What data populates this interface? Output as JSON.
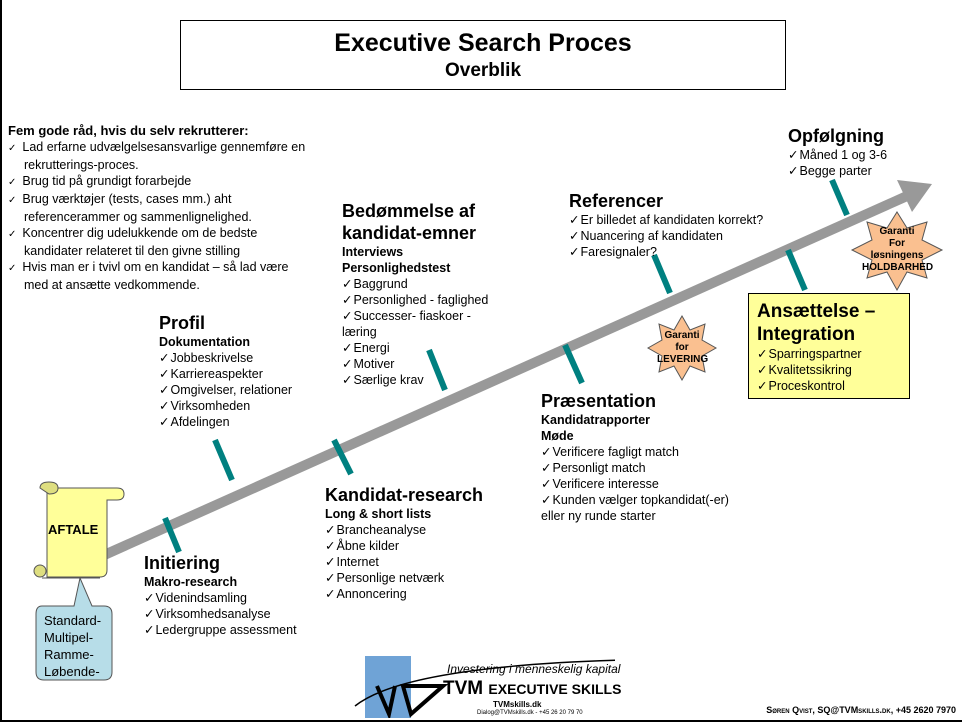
{
  "title": "Executive Search Proces",
  "subtitle": "Overblik",
  "tips": {
    "heading": "Fem gode råd, hvis du selv rekrutterer:",
    "items": [
      "Lad erfarne udvælgelsesansvarlige gennemføre en rekrutterings-proces.",
      "Brug tid på grundigt forarbejde",
      "Brug værktøjer (tests, cases mm.) aht referencerammer og sammenlignelighed.",
      "Koncentrer dig udelukkende om de bedste kandidater relateret til den givne stilling",
      "Hvis man er i tvivl om en kandidat – så lad være med at ansætte vedkommende."
    ]
  },
  "aftale": "AFTALE",
  "bubble": [
    "Standard-",
    "Multipel-",
    "Ramme-",
    "Løbende-"
  ],
  "stages": {
    "initiering": {
      "title": "Initiering",
      "sub": "Makro-research",
      "items": [
        "Videnindsamling",
        "Virksomhedsanalyse",
        "Ledergruppe assessment"
      ]
    },
    "profil": {
      "title": "Profil",
      "sub": "Dokumentation",
      "items": [
        "Jobbeskrivelse",
        "Karriereaspekter",
        "Omgivelser, relationer",
        "Virksomheden",
        "Afdelingen"
      ]
    },
    "research": {
      "title": "Kandidat-research",
      "sub": "Long & short lists",
      "items": [
        "Brancheanalyse",
        "Åbne kilder",
        "Internet",
        "Personlige netværk",
        "Annoncering"
      ]
    },
    "bedommelse": {
      "title": "Bedømmelse af kandidat-emner",
      "sub1": "Interviews",
      "sub2": "Personlighedstest",
      "items": [
        "Baggrund",
        "Personlighed - faglighed",
        "Successer- fiaskoer - læring",
        "Energi",
        "Motiver",
        "Særlige krav"
      ]
    },
    "praesentation": {
      "title": "Præsentation",
      "sub1": "Kandidatrapporter",
      "sub2": "Møde",
      "items": [
        "Verificere fagligt match",
        "Personligt match",
        "Verificere interesse",
        "Kunden vælger topkandidat(-er) eller ny runde starter"
      ]
    },
    "referencer": {
      "title": "Referencer",
      "items": [
        "Er billedet af kandidaten korrekt?",
        "Nuancering af kandidaten",
        "Faresignaler?"
      ]
    },
    "ansaettelse": {
      "title": "Ansættelse – Integration",
      "items": [
        "Sparringspartner",
        "Kvalitetssikring",
        "Proceskontrol"
      ]
    },
    "opfolgning": {
      "title": "Opfølgning",
      "items": [
        "Måned 1 og 3-6",
        "Begge parter"
      ]
    }
  },
  "garanti_levering": [
    "Garanti",
    "for",
    "LEVERING"
  ],
  "garanti_holdbarhed": [
    "Garanti",
    "For",
    "løsningens",
    "HOLDBARHED"
  ],
  "logo": {
    "slogan": "Investering i menneskelig kapital",
    "brand": "TVM",
    "brand2": "EXECUTIVE SKILLS",
    "site": "TVMskills.dk",
    "contact": "Dialog@TVMskills.dk - +45 26 20 79 70"
  },
  "footer": "Søren Qvist, SQ@TVMskills.dk, +45 2620 7970",
  "colors": {
    "arrow": "#999999",
    "ticks": "#008080",
    "note": "#ffff99",
    "star": "#fac090",
    "bubble": "#b7dde8",
    "logo": "#6fa3d6"
  }
}
